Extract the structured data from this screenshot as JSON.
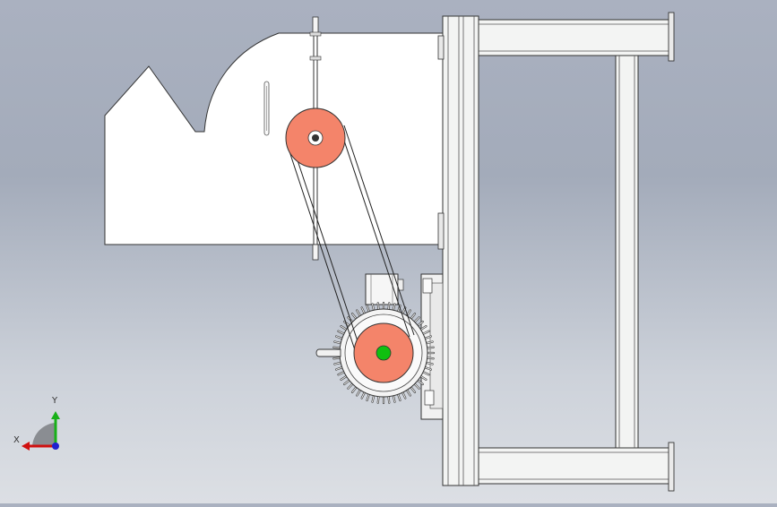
{
  "viewport": {
    "view": "cad-side-view",
    "background_top": "#a9b0be",
    "background_bottom": "#dcdfe4"
  },
  "model": {
    "housing_color": "#ffffff",
    "frame_color": "#f2f3f2",
    "pulley_color": "#f4846a",
    "motor_shaft_color": "#10c010",
    "belt_color": "#ffffff"
  },
  "triad": {
    "x_label": "X",
    "y_label": "Y",
    "x_color": "#d01010",
    "y_color": "#18b018",
    "z_color": "#2020d0"
  }
}
